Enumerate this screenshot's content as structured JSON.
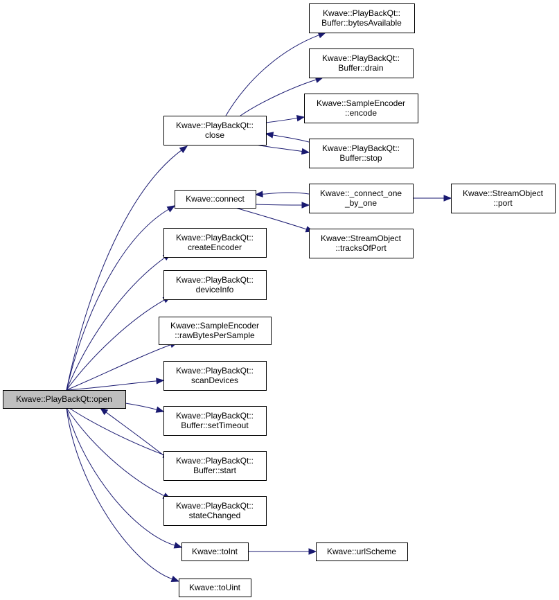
{
  "nodes": [
    {
      "id": "open",
      "lines": [
        "Kwave::PlayBackQt::open"
      ],
      "root": true
    },
    {
      "id": "close",
      "lines": [
        "Kwave::PlayBackQt::",
        "close"
      ]
    },
    {
      "id": "connect",
      "lines": [
        "Kwave::connect"
      ]
    },
    {
      "id": "createEncoder",
      "lines": [
        "Kwave::PlayBackQt::",
        "createEncoder"
      ]
    },
    {
      "id": "deviceInfo",
      "lines": [
        "Kwave::PlayBackQt::",
        "deviceInfo"
      ]
    },
    {
      "id": "rawBytes",
      "lines": [
        "Kwave::SampleEncoder",
        "::rawBytesPerSample"
      ]
    },
    {
      "id": "scanDevices",
      "lines": [
        "Kwave::PlayBackQt::",
        "scanDevices"
      ]
    },
    {
      "id": "setTimeout",
      "lines": [
        "Kwave::PlayBackQt::",
        "Buffer::setTimeout"
      ]
    },
    {
      "id": "start",
      "lines": [
        "Kwave::PlayBackQt::",
        "Buffer::start"
      ]
    },
    {
      "id": "stateChanged",
      "lines": [
        "Kwave::PlayBackQt::",
        "stateChanged"
      ]
    },
    {
      "id": "toInt",
      "lines": [
        "Kwave::toInt"
      ]
    },
    {
      "id": "toUint",
      "lines": [
        "Kwave::toUint"
      ]
    },
    {
      "id": "bytesAvailable",
      "lines": [
        "Kwave::PlayBackQt::",
        "Buffer::bytesAvailable"
      ]
    },
    {
      "id": "drain",
      "lines": [
        "Kwave::PlayBackQt::",
        "Buffer::drain"
      ]
    },
    {
      "id": "encode",
      "lines": [
        "Kwave::SampleEncoder",
        "::encode"
      ]
    },
    {
      "id": "stop",
      "lines": [
        "Kwave::PlayBackQt::",
        "Buffer::stop"
      ]
    },
    {
      "id": "connectOne",
      "lines": [
        "Kwave::_connect_one",
        "_by_one"
      ]
    },
    {
      "id": "tracksOfPort",
      "lines": [
        "Kwave::StreamObject",
        "::tracksOfPort"
      ]
    },
    {
      "id": "port",
      "lines": [
        "Kwave::StreamObject",
        "::port"
      ]
    },
    {
      "id": "urlScheme",
      "lines": [
        "Kwave::urlScheme"
      ]
    }
  ],
  "edges": [
    {
      "from": "open",
      "to": "close"
    },
    {
      "from": "open",
      "to": "connect"
    },
    {
      "from": "open",
      "to": "createEncoder"
    },
    {
      "from": "open",
      "to": "deviceInfo"
    },
    {
      "from": "open",
      "to": "rawBytes"
    },
    {
      "from": "open",
      "to": "scanDevices"
    },
    {
      "from": "open",
      "to": "setTimeout"
    },
    {
      "from": "open",
      "to": "start"
    },
    {
      "from": "open",
      "to": "stateChanged"
    },
    {
      "from": "open",
      "to": "toInt"
    },
    {
      "from": "open",
      "to": "toUint"
    },
    {
      "from": "start",
      "to": "open"
    },
    {
      "from": "close",
      "to": "bytesAvailable"
    },
    {
      "from": "close",
      "to": "drain"
    },
    {
      "from": "close",
      "to": "encode"
    },
    {
      "from": "close",
      "to": "stop"
    },
    {
      "from": "stop",
      "to": "close"
    },
    {
      "from": "connect",
      "to": "connectOne"
    },
    {
      "from": "connect",
      "to": "tracksOfPort"
    },
    {
      "from": "connectOne",
      "to": "connect"
    },
    {
      "from": "connectOne",
      "to": "port"
    },
    {
      "from": "toInt",
      "to": "urlScheme"
    }
  ]
}
